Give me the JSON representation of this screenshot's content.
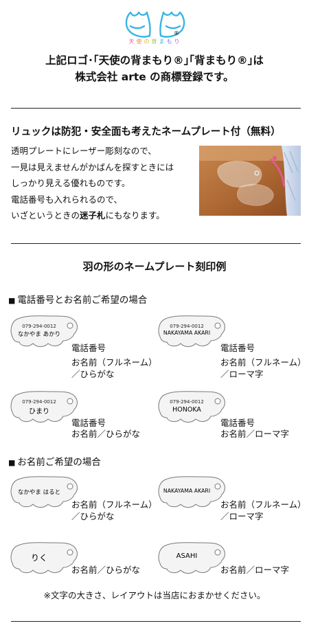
{
  "logo": {
    "subtitle_chars": [
      "天",
      "使",
      "の",
      "背",
      "ま",
      "も",
      "り"
    ],
    "subtitle_colors": [
      "#e85a9b",
      "#f08a3c",
      "#e8c83c",
      "#8cc63f",
      "#3cb6e6",
      "#6b7fd7",
      "#c05ac8"
    ],
    "wing_color": "#37b5e6",
    "registered_mark": "®"
  },
  "trademark": {
    "line1": "上記ロゴ･｢天使の背まもり®｣｢背まもり®｣は",
    "line2": "株式会社 arte の商標登録です。"
  },
  "feature": {
    "heading": "リュックは防犯・安全面も考えたネームプレート付（無料）",
    "lines": [
      "透明プレートにレーザー彫刻なので、",
      "一見は見えませんがかばんを探すときには",
      "しっかり見える優れものです。",
      "電話番号も入れられるので、"
    ],
    "last_line_before": "いざというときの",
    "last_line_bold": "迷子札",
    "last_line_after": "にもなります。"
  },
  "examples": {
    "heading": "羽の形のネームプレート刻印例",
    "section1_title": "電話番号とお名前ご希望の場合",
    "section2_title": "お名前ご希望の場合",
    "bullet": "■",
    "plates": [
      {
        "phone": "079-294-0012",
        "name": "なかやま あかり",
        "label1": "電話番号",
        "label2": "お名前（フルネーム）",
        "label3": "／ひらがな"
      },
      {
        "phone": "079-294-0012",
        "name": "NAKAYAMA AKARI",
        "label1": "電話番号",
        "label2": "お名前（フルネーム）",
        "label3": "／ローマ字"
      },
      {
        "phone": "079-294-0012",
        "name": "ひまり",
        "label1": "電話番号",
        "label2": "お名前／ひらがな"
      },
      {
        "phone": "079-294-0012",
        "name": "HONOKA",
        "label1": "電話番号",
        "label2": "お名前／ローマ字"
      },
      {
        "name": "なかやま はると",
        "label1": "お名前（フルネーム）",
        "label2": "／ひらがな"
      },
      {
        "name": "NAKAYAMA AKARI",
        "label1": "お名前（フルネーム）",
        "label2": "／ローマ字"
      },
      {
        "name": "りく",
        "label1": "お名前／ひらがな"
      },
      {
        "name": "ASAHI",
        "label1": "お名前／ローマ字"
      }
    ],
    "note": "※文字の大きさ、レイアウトは当店におまかせください。"
  }
}
